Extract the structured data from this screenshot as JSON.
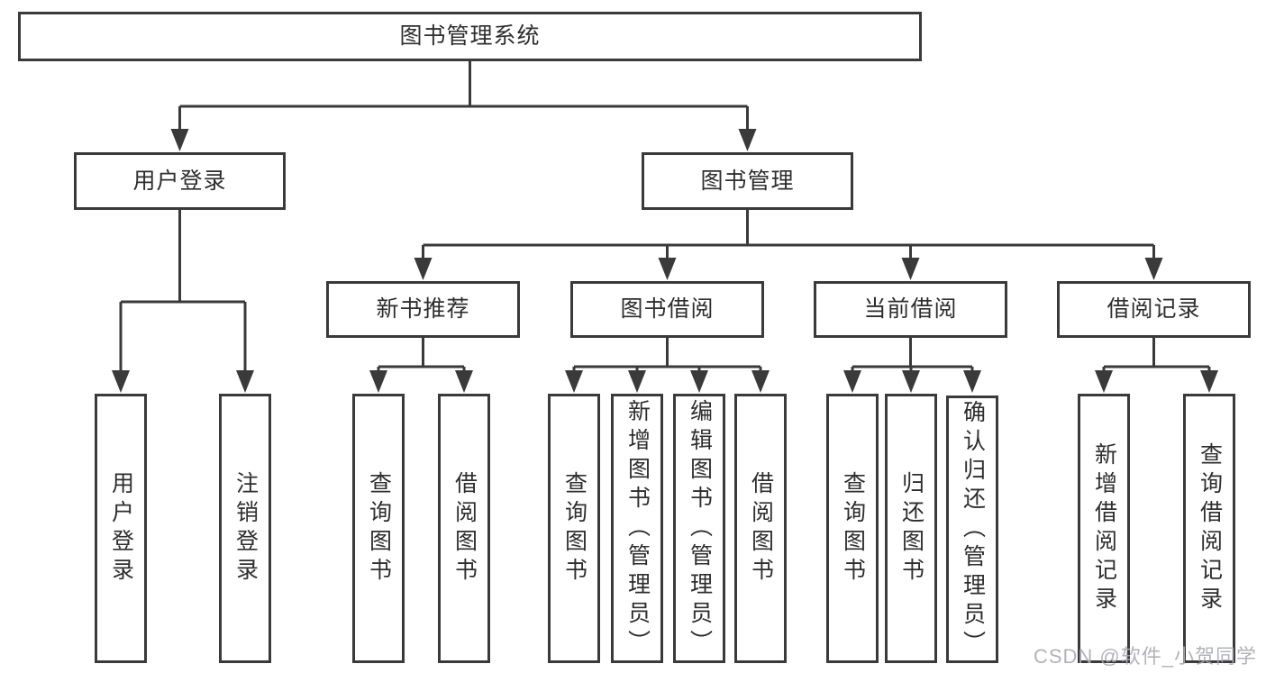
{
  "colors": {
    "line": "#3a3a3a",
    "text": "#2e2e2e",
    "box_background": "#ffffff",
    "watermark": "#a8abb1"
  },
  "watermark": {
    "text": "CSDN @软件_小贺同学"
  },
  "tree": {
    "label": "图书管理系统",
    "children": [
      {
        "label": "用户登录",
        "children": [
          {
            "label": "用户登录"
          },
          {
            "label": "注销登录"
          }
        ]
      },
      {
        "label": "图书管理",
        "children": [
          {
            "label": "新书推荐",
            "children": [
              {
                "label": "查询图书"
              },
              {
                "label": "借阅图书"
              }
            ]
          },
          {
            "label": "图书借阅",
            "children": [
              {
                "label": "查询图书"
              },
              {
                "label": "新增图书（管理员）"
              },
              {
                "label": "编辑图书（管理员）"
              },
              {
                "label": "借阅图书"
              }
            ]
          },
          {
            "label": "当前借阅",
            "children": [
              {
                "label": "查询图书"
              },
              {
                "label": "归还图书"
              },
              {
                "label": "确认归还（管理员）"
              }
            ]
          },
          {
            "label": "借阅记录",
            "children": [
              {
                "label": "新增借阅记录"
              },
              {
                "label": "查询借阅记录"
              }
            ]
          }
        ]
      }
    ]
  }
}
